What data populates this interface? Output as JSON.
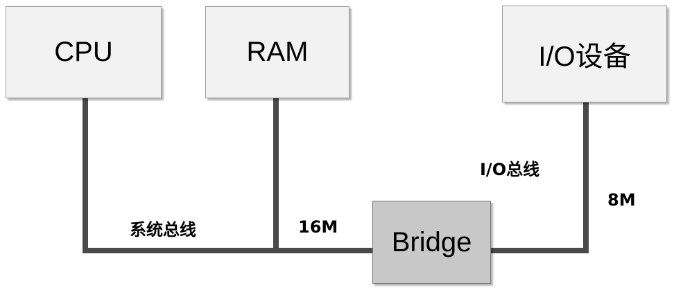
{
  "nodes": {
    "cpu": "CPU",
    "ram": "RAM",
    "io_device": "I/O设备",
    "bridge": "Bridge"
  },
  "buses": {
    "system_bus": "系统总线",
    "system_bus_speed": "16M",
    "io_bus": "I/O总线",
    "io_bus_speed": "8M"
  },
  "colors": {
    "box_fill": "#f2f2f2",
    "bridge_fill": "#c8c8c8",
    "wire": "#4a4a4a"
  }
}
